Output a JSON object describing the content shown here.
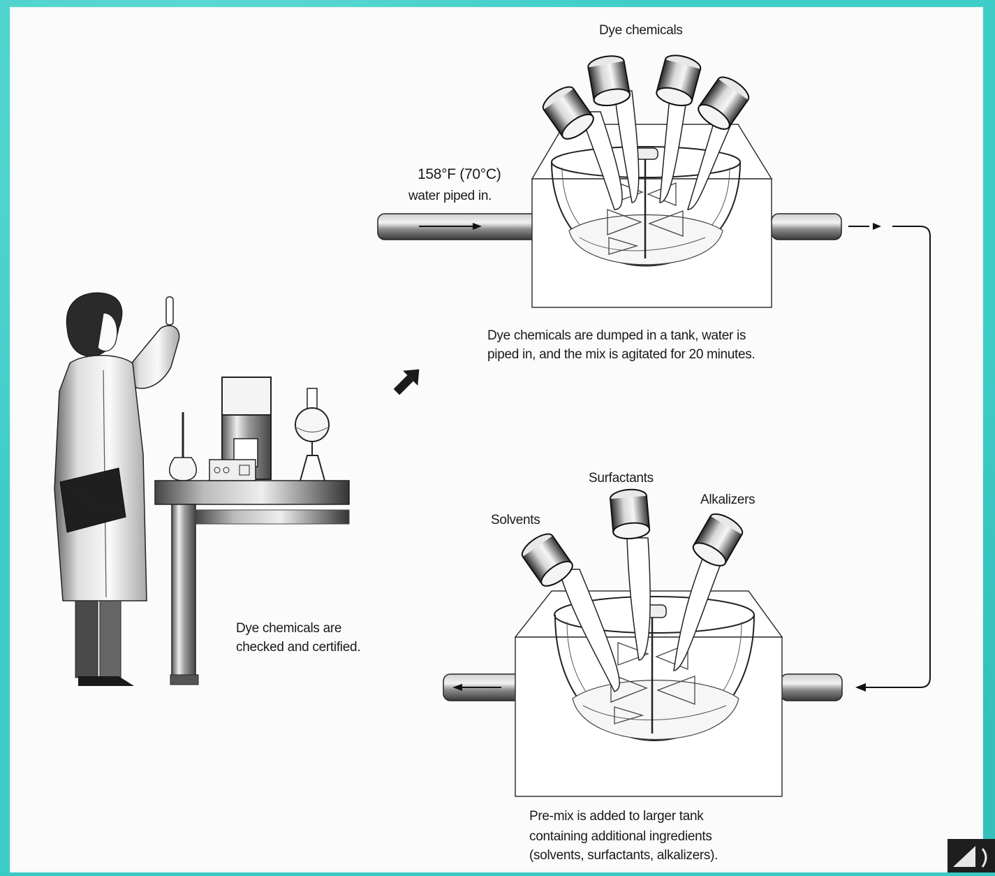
{
  "labels": {
    "dye_chemicals_top": "Dye chemicals",
    "temperature": "158°F (70°C)",
    "water_piped": "water piped in.",
    "caption_top_line1": "Dye chemicals are dumped in a tank, water is",
    "caption_top_line2": "piped in, and the mix is agitated for 20 minutes.",
    "caption_left_line1": "Dye chemicals are",
    "caption_left_line2": "checked and certified.",
    "surfactants": "Surfactants",
    "alkalizers": "Alkalizers",
    "solvents": "Solvents",
    "caption_bottom_line1": "Pre-mix is added to larger tank",
    "caption_bottom_line2": "containing additional ingredients",
    "caption_bottom_line3": "(solvents, surfactants, alkalizers)."
  },
  "colors": {
    "frame": "#3fcdc8",
    "panel": "#fbfbfb",
    "ink": "#1a1a1a"
  },
  "icons": [
    "scientist-figure",
    "lab-bench",
    "arrow-up-right-icon",
    "mixing-tank",
    "canister",
    "speaker-icon"
  ]
}
